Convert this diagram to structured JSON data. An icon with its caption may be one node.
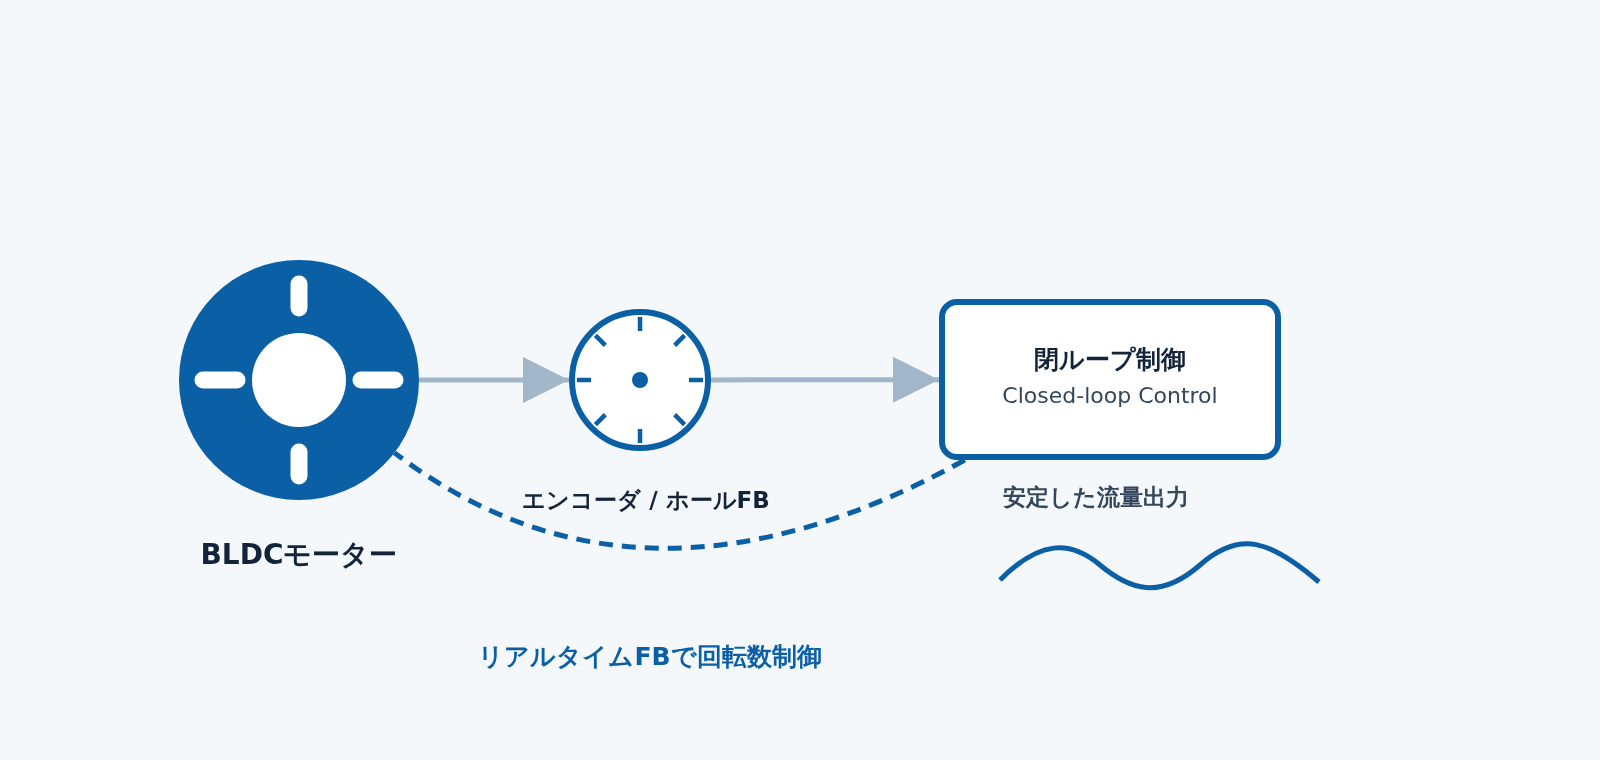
{
  "diagram": {
    "nodes": [
      {
        "text": [
          "BLDCモーター"
        ]
      },
      {
        "text": [
          "エンコーダ / ホールFB"
        ]
      },
      {
        "text": [
          "閉ループ制御",
          "Closed-loop Control"
        ],
        "beside": [
          "安定した流量出力"
        ]
      }
    ],
    "edges": [
      {
        "from": 0,
        "to": 1,
        "arrow": "to"
      },
      {
        "from": 1,
        "to": 2,
        "arrow": "to"
      },
      {
        "from": 2,
        "to": 0,
        "arrow": "none",
        "style": "dashed",
        "color": "#0b5fa5"
      }
    ],
    "labels": [
      "リアルタイムFBで回転数制御"
    ]
  }
}
